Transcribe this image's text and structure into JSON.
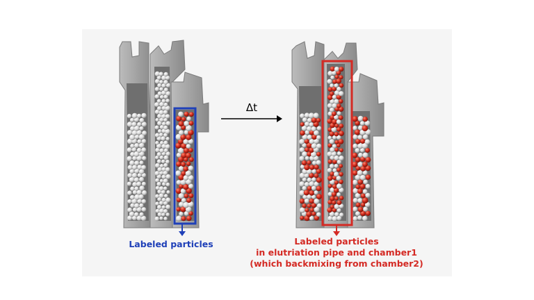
{
  "arrow_label": "Δt",
  "left_caption": "Labeled particles",
  "right_caption": [
    "Labeled particles",
    "in elutriation pipe and chamber1",
    "(which backmixing from chamber2)"
  ],
  "colors": {
    "panel": "#f5f5f5",
    "wall": "#9a9a9a",
    "wall_light": "#b9b9b9",
    "wall_dark": "#6e6e6e",
    "particle_white": "#e6e6e6",
    "particle_red": "#cf2a1c",
    "left_highlight": "#1f40b8",
    "right_highlight": "#d42a24",
    "text": "#000000"
  }
}
